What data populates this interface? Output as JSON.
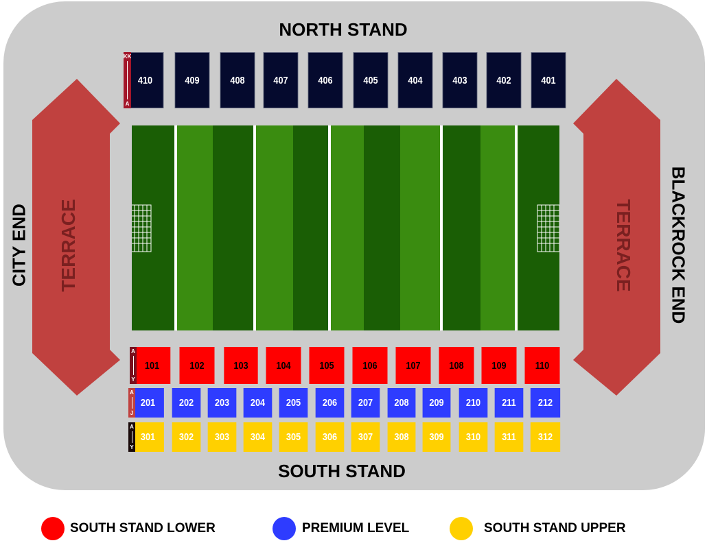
{
  "stands": {
    "north": "NORTH STAND",
    "south": "SOUTH STAND",
    "west": "CITY END",
    "east": "BLACKROCK END",
    "terrace_left": "TERRACE",
    "terrace_right": "TERRACE"
  },
  "north_rows": {
    "top": "KK",
    "bottom": "A"
  },
  "north_blocks": [
    "410",
    "409",
    "408",
    "407",
    "406",
    "405",
    "404",
    "403",
    "402",
    "401"
  ],
  "lower_rows": {
    "top": "A",
    "bottom": "Y"
  },
  "lower_blocks": [
    "101",
    "102",
    "103",
    "104",
    "105",
    "106",
    "107",
    "108",
    "109",
    "110"
  ],
  "premium_rows": {
    "top": "A",
    "bottom": "J"
  },
  "premium_blocks": [
    "201",
    "202",
    "203",
    "204",
    "205",
    "206",
    "207",
    "208",
    "209",
    "210",
    "211",
    "212"
  ],
  "upper_rows": {
    "top": "A",
    "bottom": "Y"
  },
  "upper_blocks": [
    "301",
    "302",
    "303",
    "304",
    "305",
    "306",
    "307",
    "308",
    "309",
    "310",
    "311",
    "312"
  ],
  "legend": [
    {
      "label": "SOUTH STAND LOWER",
      "color": "#ff0000"
    },
    {
      "label": "PREMIUM LEVEL",
      "color": "#2e3cff"
    },
    {
      "label": "SOUTH STAND UPPER",
      "color": "#ffd000"
    }
  ],
  "colors": {
    "north": "#050a2e",
    "terrace": "#c0413f",
    "pitch_dark": "#1a5e05",
    "pitch_light": "#3a8c10"
  }
}
